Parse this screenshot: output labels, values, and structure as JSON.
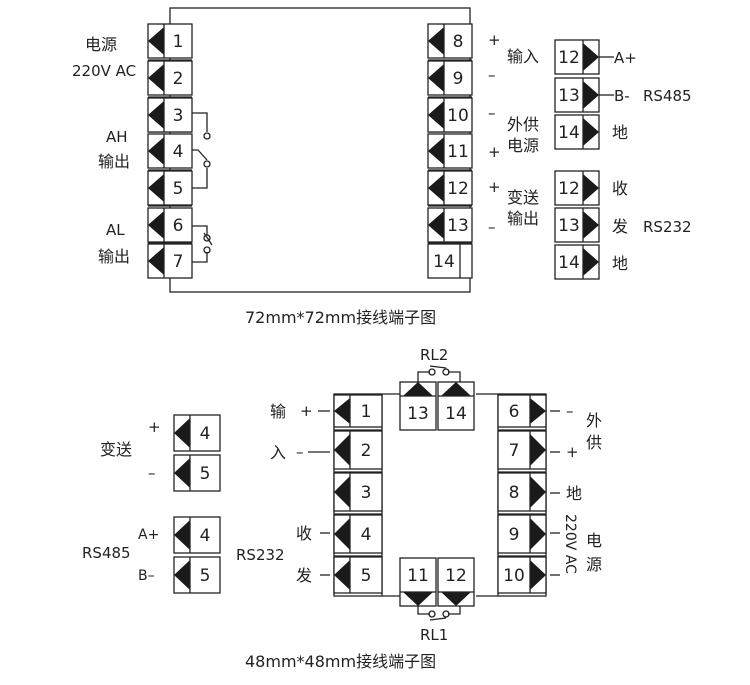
{
  "diagram_72": {
    "caption": "72mm*72mm接线端子图",
    "left_terminals": [
      "1",
      "2",
      "3",
      "4",
      "5",
      "6",
      "7"
    ],
    "right_terminals": [
      "8",
      "9",
      "10",
      "11",
      "12",
      "13",
      "14"
    ],
    "left_labels": {
      "power": "电源",
      "voltage": "220V AC",
      "ah": "AH",
      "ah_out": "输出",
      "al": "AL",
      "al_out": "输出"
    },
    "right_signs": [
      "+",
      "–",
      "–",
      "+",
      "+",
      "–"
    ],
    "right_labels": {
      "input": "输入",
      "ext1": "外供",
      "ext2": "电源",
      "trans1": "变送",
      "trans2": "输出"
    },
    "rs485": {
      "terminals": [
        "12",
        "13",
        "14"
      ],
      "labels": [
        "A+",
        "B-",
        "地"
      ],
      "name": "RS485"
    },
    "rs232": {
      "terminals": [
        "12",
        "13",
        "14"
      ],
      "labels": [
        "收",
        "发",
        "地"
      ],
      "name": "RS232"
    }
  },
  "diagram_48": {
    "caption": "48mm*48mm接线端子图",
    "left_terminals": [
      "1",
      "2",
      "3",
      "4",
      "5"
    ],
    "right_terminals": [
      "6",
      "7",
      "8",
      "9",
      "10"
    ],
    "top_terminals": [
      "13",
      "14"
    ],
    "bottom_terminals": [
      "11",
      "12"
    ],
    "rl2": "RL2",
    "rl1": "RL1",
    "left_labels": {
      "in1": "输",
      "in2": "入",
      "plus": "+",
      "minus": "–",
      "rx": "收",
      "tx": "发",
      "rs232": "RS232"
    },
    "right_labels": {
      "minus": "–",
      "plus": "+",
      "ext1": "外",
      "ext2": "供",
      "gnd": "地",
      "power1": "电",
      "power2": "源",
      "voltage": "220V AC"
    },
    "trans": {
      "terminals": [
        "4",
        "5"
      ],
      "name": "变送",
      "plus": "+",
      "minus": "–"
    },
    "rs485": {
      "terminals": [
        "4",
        "5"
      ],
      "name": "RS485",
      "a": "A+",
      "b": "B–"
    }
  }
}
